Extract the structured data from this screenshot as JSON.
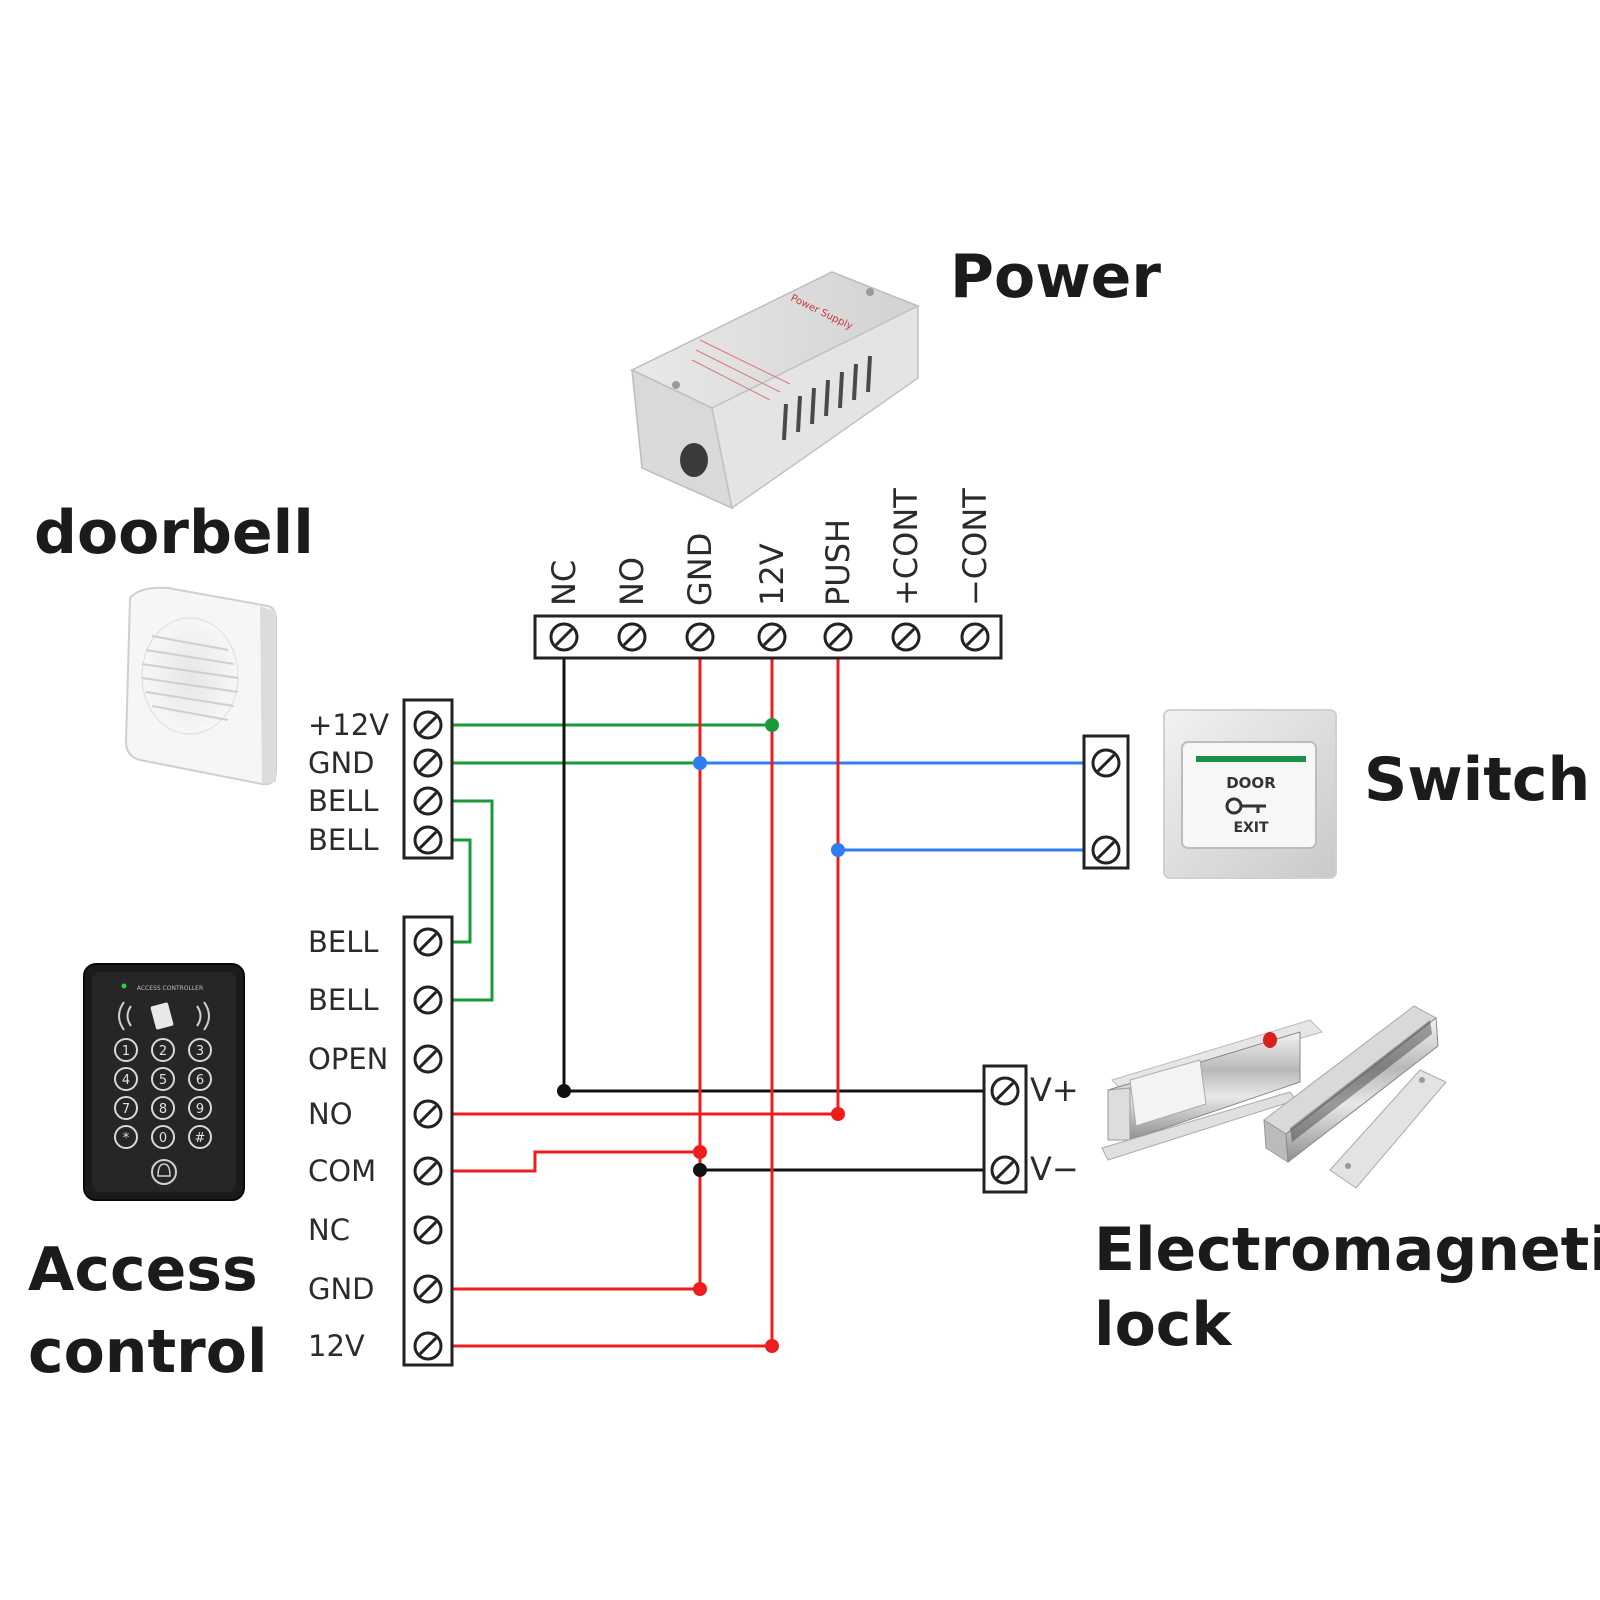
{
  "titles": {
    "power": "Power",
    "doorbell": "doorbell",
    "switch": "Switch",
    "access_control_line1": "Access",
    "access_control_line2": "control",
    "lock_line1": "Electromagnetic",
    "lock_line2": "lock"
  },
  "power_terminals": [
    "NC",
    "NO",
    "GND",
    "12V",
    "PUSH",
    "+CONT",
    "−CONT"
  ],
  "doorbell_terminals": [
    "+12V",
    "GND",
    "BELL",
    "BELL"
  ],
  "access_terminals": [
    "BELL",
    "BELL",
    "OPEN",
    "NO",
    "COM",
    "NC",
    "GND",
    "12V"
  ],
  "lock_terminals": [
    "V+",
    "V−"
  ],
  "device_text": {
    "switch_top": "DOOR",
    "switch_bottom": "EXIT",
    "power_supply_label": "Power Supply",
    "keypad_header": "ACCESS CONTROLLER",
    "keypad_keys": [
      "1",
      "2",
      "3",
      "4",
      "5",
      "6",
      "7",
      "8",
      "9",
      "*",
      "0",
      "#"
    ]
  },
  "colors": {
    "power_wire": "#ee1c1c",
    "bell_wire": "#1a9a3a",
    "switch_wire": "#2f7df0",
    "lock_wire": "#111111"
  }
}
